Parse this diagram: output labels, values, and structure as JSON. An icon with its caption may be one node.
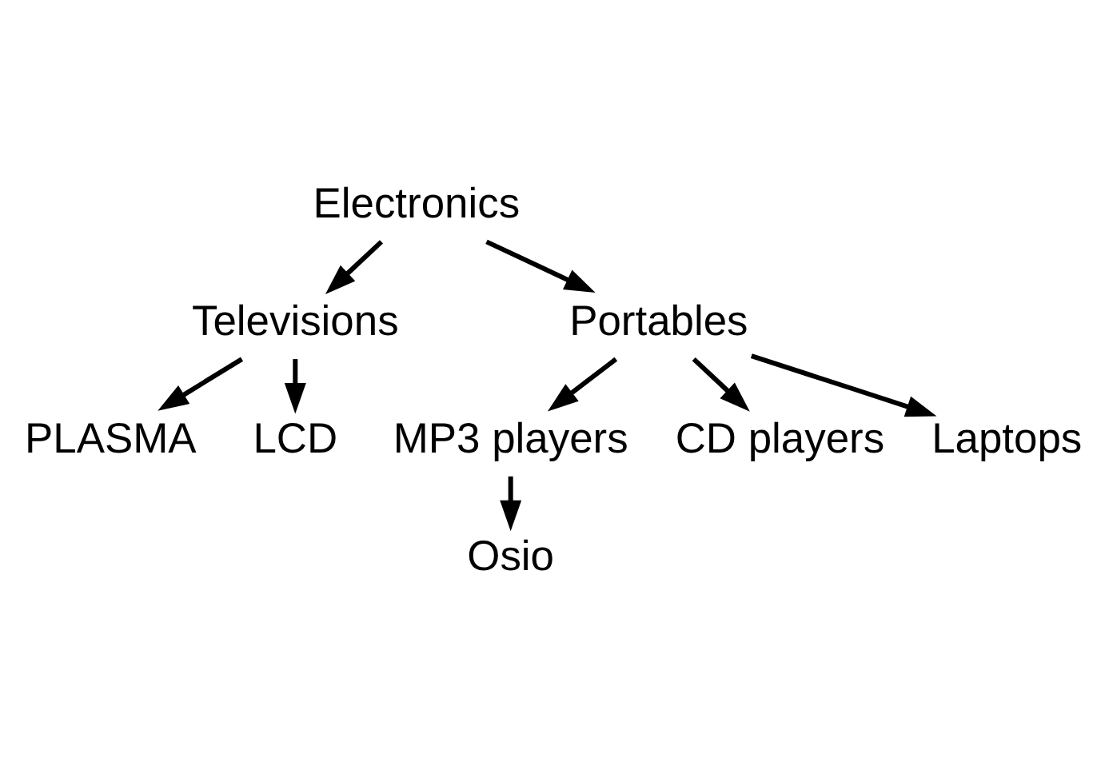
{
  "diagram": {
    "nodes": [
      {
        "text": [
          "Electronics"
        ]
      },
      {
        "text": [
          "Televisions"
        ]
      },
      {
        "text": [
          "Portables"
        ]
      },
      {
        "text": [
          "PLASMA"
        ]
      },
      {
        "text": [
          "LCD"
        ]
      },
      {
        "text": [
          "MP3 players"
        ]
      },
      {
        "text": [
          "CD players"
        ]
      },
      {
        "text": [
          "Laptops"
        ]
      },
      {
        "text": [
          "Osio"
        ]
      }
    ],
    "edges": [
      {
        "from": 0,
        "to": 1,
        "arrow": "to"
      },
      {
        "from": 0,
        "to": 2,
        "arrow": "to"
      },
      {
        "from": 1,
        "to": 3,
        "arrow": "to"
      },
      {
        "from": 1,
        "to": 4,
        "arrow": "to"
      },
      {
        "from": 2,
        "to": 5,
        "arrow": "to"
      },
      {
        "from": 2,
        "to": 6,
        "arrow": "to"
      },
      {
        "from": 2,
        "to": 7,
        "arrow": "to"
      },
      {
        "from": 5,
        "to": 8,
        "arrow": "to"
      }
    ]
  }
}
